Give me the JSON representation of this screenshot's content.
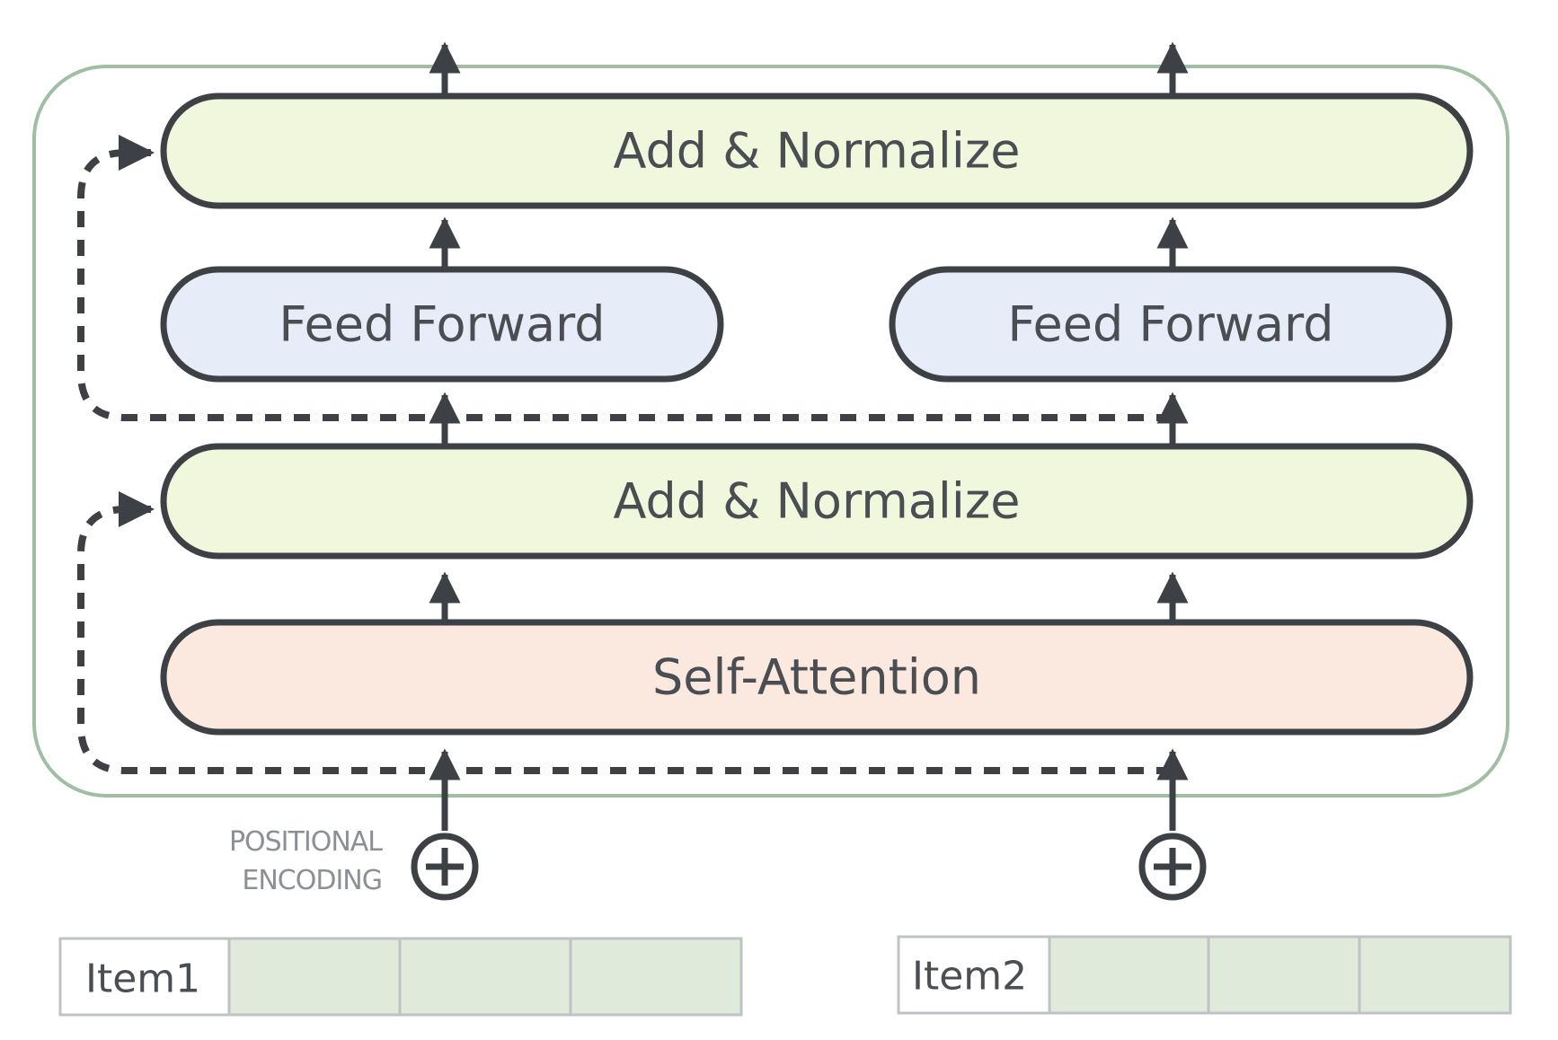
{
  "blocks": {
    "add_normalize_top": "Add & Normalize",
    "feed_forward_left": "Feed Forward",
    "feed_forward_right": "Feed Forward",
    "add_normalize_bottom": "Add & Normalize",
    "self_attention": "Self-Attention"
  },
  "positional_encoding": {
    "line1": "POSITIONAL",
    "line2": "ENCODING"
  },
  "inputs": [
    {
      "label": "Item1"
    },
    {
      "label": "Item2"
    }
  ],
  "colors": {
    "add_normalize_fill": "#f0f7dc",
    "feed_forward_fill": "#e6edf8",
    "self_attention_fill": "#fbe9df",
    "block_stroke": "#3d4044",
    "encoder_border": "#9fbea4",
    "embedding_cell_fill": "#dfeada",
    "arrow": "#3d4044"
  }
}
